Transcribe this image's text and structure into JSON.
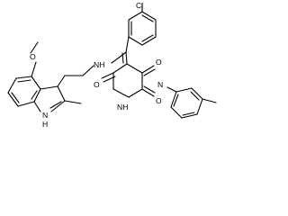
{
  "molecule": {
    "atoms": {
      "chlorine": "Cl",
      "methoxy_oxygen": "O",
      "amine": "NH",
      "indole_nh_top": "N",
      "indole_nh_bottom": "H",
      "carbonyl_top": "O",
      "pyrimidine_n1": "N",
      "carbonyl_left": "O",
      "carbonyl_right": "O",
      "pyrimidine_nh": "NH"
    }
  }
}
